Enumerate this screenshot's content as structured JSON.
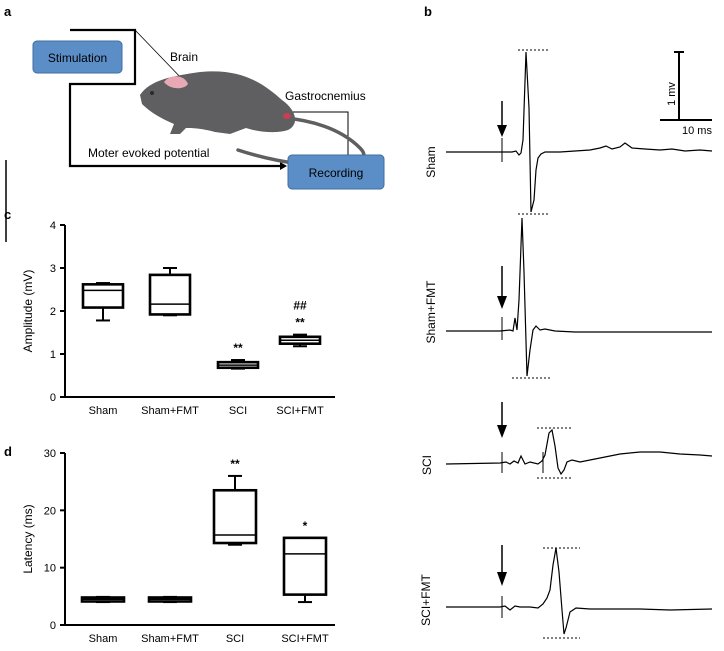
{
  "panel_a": {
    "letter": "a",
    "stimulation_label": "Stimulation",
    "brain_label": "Brain",
    "muscle_label": "Gastrocnemius",
    "mep_label": "Moter evoked potential",
    "recording_label": "Recording",
    "box_color": "#5b8ec7",
    "mouse_color": "#5f5f62",
    "brain_color": "#e8a9b5"
  },
  "panel_b": {
    "letter": "b",
    "traces": [
      "Sham",
      "Sham+FMT",
      "SCI",
      "SCI+FMT"
    ],
    "scale_y_label": "1 mv",
    "scale_x_label": "10 ms"
  },
  "chart_data": [
    {
      "panel": "c",
      "type": "box",
      "ylabel": "Amplitude (mV)",
      "ylim": [
        0,
        4
      ],
      "yticks": [
        "0",
        "1",
        "2",
        "3",
        "4"
      ],
      "categories": [
        "Sham",
        "Sham+FMT",
        "SCI",
        "SCI+FMT"
      ],
      "boxes": [
        {
          "min": 1.78,
          "q1": 2.08,
          "median": 2.48,
          "q3": 2.62,
          "max": 2.65
        },
        {
          "min": 1.9,
          "q1": 1.92,
          "median": 2.16,
          "q3": 2.84,
          "max": 3.0
        },
        {
          "min": 0.66,
          "q1": 0.68,
          "median": 0.74,
          "q3": 0.81,
          "max": 0.86
        },
        {
          "min": 1.18,
          "q1": 1.24,
          "median": 1.32,
          "q3": 1.4,
          "max": 1.45
        }
      ],
      "annotations": [
        {
          "category": "SCI",
          "text": "**"
        },
        {
          "category": "SCI+FMT",
          "text": "**"
        },
        {
          "category": "SCI+FMT",
          "text": "##"
        }
      ]
    },
    {
      "panel": "d",
      "type": "box",
      "ylabel": "Latency (ms)",
      "ylim": [
        0,
        30
      ],
      "yticks": [
        "0",
        "10",
        "20",
        "30"
      ],
      "categories": [
        "Sham",
        "Sham+FMT",
        "SCI",
        "SCI+FMT"
      ],
      "boxes": [
        {
          "min": 4.0,
          "q1": 4.2,
          "median": 4.5,
          "q3": 4.8,
          "max": 4.9
        },
        {
          "min": 4.0,
          "q1": 4.2,
          "median": 4.5,
          "q3": 4.8,
          "max": 4.9
        },
        {
          "min": 14.0,
          "q1": 14.3,
          "median": 15.7,
          "q3": 23.5,
          "max": 26.0
        },
        {
          "min": 4.0,
          "q1": 5.3,
          "median": 12.4,
          "q3": 15.2,
          "max": 15.2
        }
      ],
      "annotations": [
        {
          "category": "SCI",
          "text": "**"
        },
        {
          "category": "SCI+FMT",
          "text": "*"
        }
      ]
    }
  ]
}
